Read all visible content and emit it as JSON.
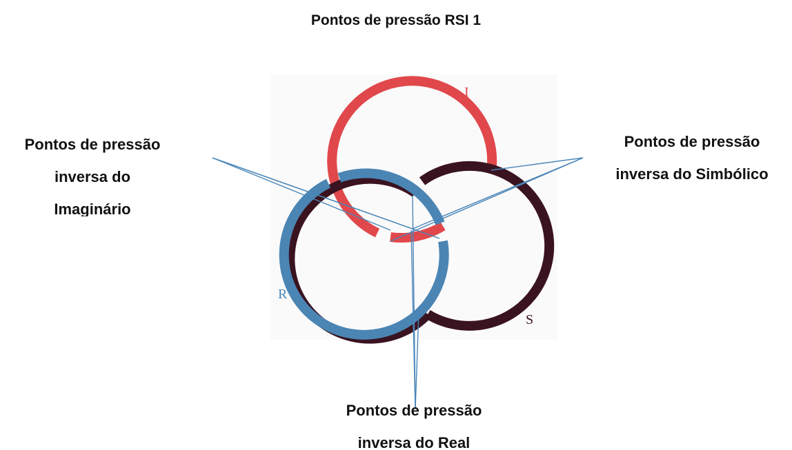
{
  "title": "Pontos de pressão RSI 1",
  "labels": {
    "imaginario": [
      "Pontos de pressão",
      "inversa do",
      "Imaginário"
    ],
    "simbolico": [
      "Pontos de pressão",
      "inversa do Simbólico"
    ],
    "real": [
      "Pontos de pressão",
      "inversa do Real"
    ]
  },
  "rings": {
    "I": {
      "letter": "I",
      "color": "#e0484c"
    },
    "R": {
      "letter": "R",
      "color": "#4a85b4"
    },
    "S": {
      "letter": "S",
      "color": "#3a1320"
    }
  },
  "pointer_color": "#4a86b8"
}
